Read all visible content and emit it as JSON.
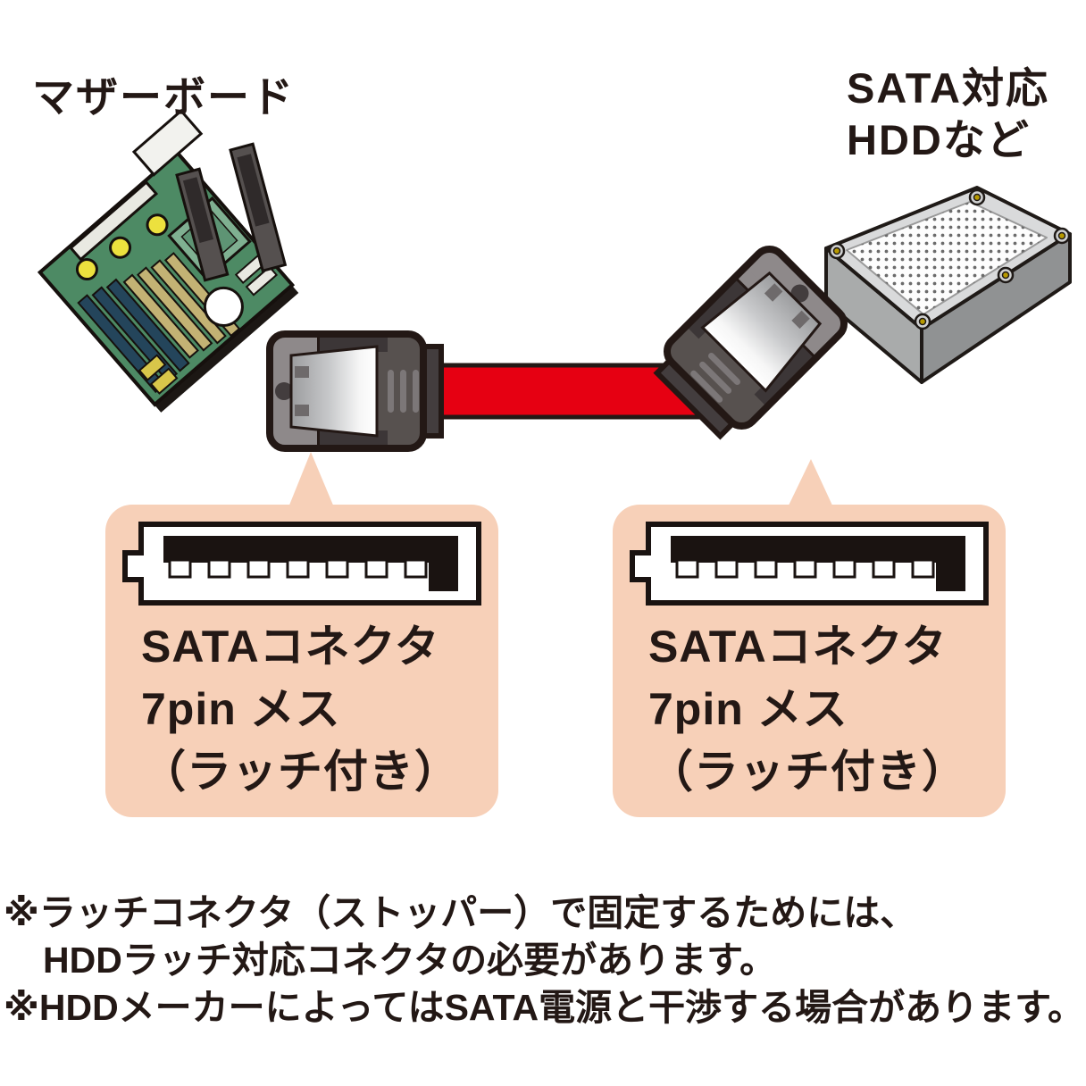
{
  "page": {
    "background": "#ffffff",
    "ink": "#231815",
    "accent_peach": "#f7d0b8",
    "cable_red": "#e60012",
    "board_green": "#4d8a64"
  },
  "labels": {
    "motherboard": "マザーボード",
    "sata_device_line1": "SATA対応",
    "sata_device_line2": "HDDなど"
  },
  "callout_left": {
    "line1": "SATAコネクタ",
    "line2": "7pin メス",
    "line3": "（ラッチ付き）"
  },
  "callout_right": {
    "line1": "SATAコネクタ",
    "line2": "7pin メス",
    "line3": "（ラッチ付き）"
  },
  "notes": {
    "note1_line1": "※ラッチコネクタ（ストッパー）で固定するためには、",
    "note1_line2": "HDDラッチ対応コネクタの必要があります。",
    "note2": "※HDDメーカーによってはSATA電源と干渉する場合があります。"
  },
  "icons": {
    "motherboard": "motherboard-illustration",
    "hdd": "hdd-illustration",
    "cable": "sata-cable-illustration",
    "pinout": "sata-7pin-female-connector-diagram"
  }
}
